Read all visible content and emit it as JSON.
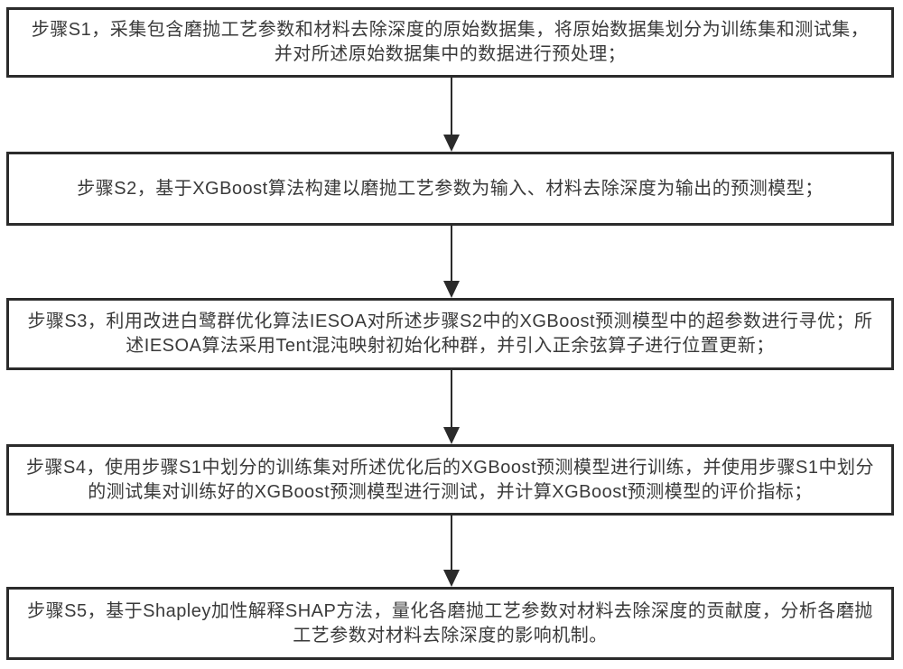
{
  "flowchart": {
    "title": "XGBoost grinding-polishing material removal depth prediction method flowchart",
    "colors": {
      "border": "#2b2b2b",
      "text": "#3a3a3a",
      "arrow": "#2b2b2b",
      "background": "#ffffff",
      "box_fill": "#ffffff"
    },
    "steps": [
      {
        "id": "S1",
        "text": "步骤S1，采集包含磨抛工艺参数和材料去除深度的原始数据集，将原始数据集划分为训练集和测试集，并对所述原始数据集中的数据进行预处理；"
      },
      {
        "id": "S2",
        "text": "步骤S2，基于XGBoost算法构建以磨抛工艺参数为输入、材料去除深度为输出的预测模型；"
      },
      {
        "id": "S3",
        "text": "步骤S3，利用改进白鹭群优化算法IESOA对所述步骤S2中的XGBoost预测模型中的超参数进行寻优；所述IESOA算法采用Tent混沌映射初始化种群，并引入正余弦算子进行位置更新；"
      },
      {
        "id": "S4",
        "text": "步骤S4，使用步骤S1中划分的训练集对所述优化后的XGBoost预测模型进行训练，并使用步骤S1中划分的测试集对训练好的XGBoost预测模型进行测试，并计算XGBoost预测模型的评价指标；"
      },
      {
        "id": "S5",
        "text": "步骤S5，基于Shapley加性解释SHAP方法，量化各磨抛工艺参数对材料去除深度的贡献度，分析各磨抛工艺参数对材料去除深度的影响机制。"
      }
    ]
  }
}
